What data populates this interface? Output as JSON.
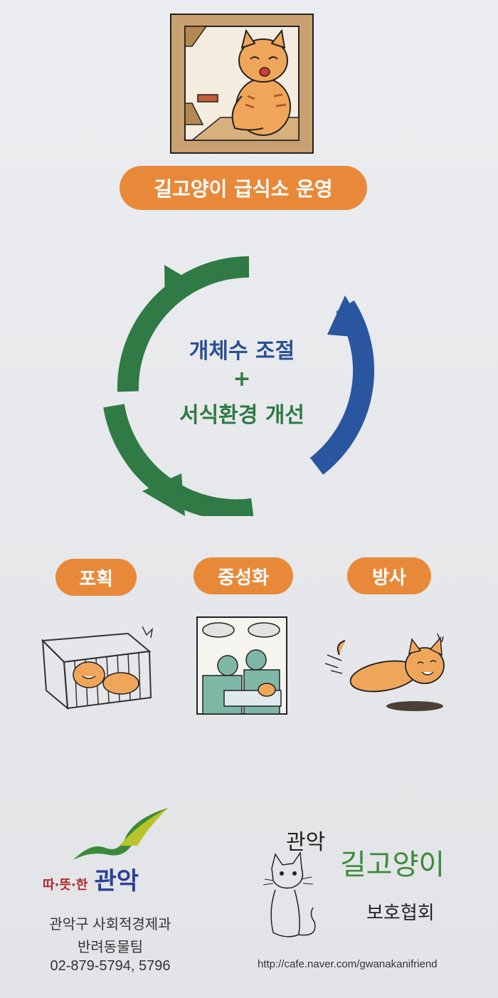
{
  "header": {
    "title": "길고양이 급식소 운영"
  },
  "cycle": {
    "line1": "개체수 조절",
    "plus": "+",
    "line2": "서식환경 개선"
  },
  "steps": [
    {
      "label": "포획"
    },
    {
      "label": "중성화"
    },
    {
      "label": "방사"
    }
  ],
  "footer_left": {
    "slogan": "따·뜻·한",
    "brand": "관악",
    "department": "관악구 사회적경제과",
    "team": "반려동물팀",
    "phone": "02-879-5794, 5796"
  },
  "footer_right": {
    "org_part1": "관악",
    "org_part2": "길고양이",
    "org_part3": "보호협회",
    "url": "http://cafe.naver.com/gwanakanifriend"
  },
  "colors": {
    "orange": "#e8893a",
    "green": "#2f7a45",
    "blue": "#2a56a0"
  }
}
